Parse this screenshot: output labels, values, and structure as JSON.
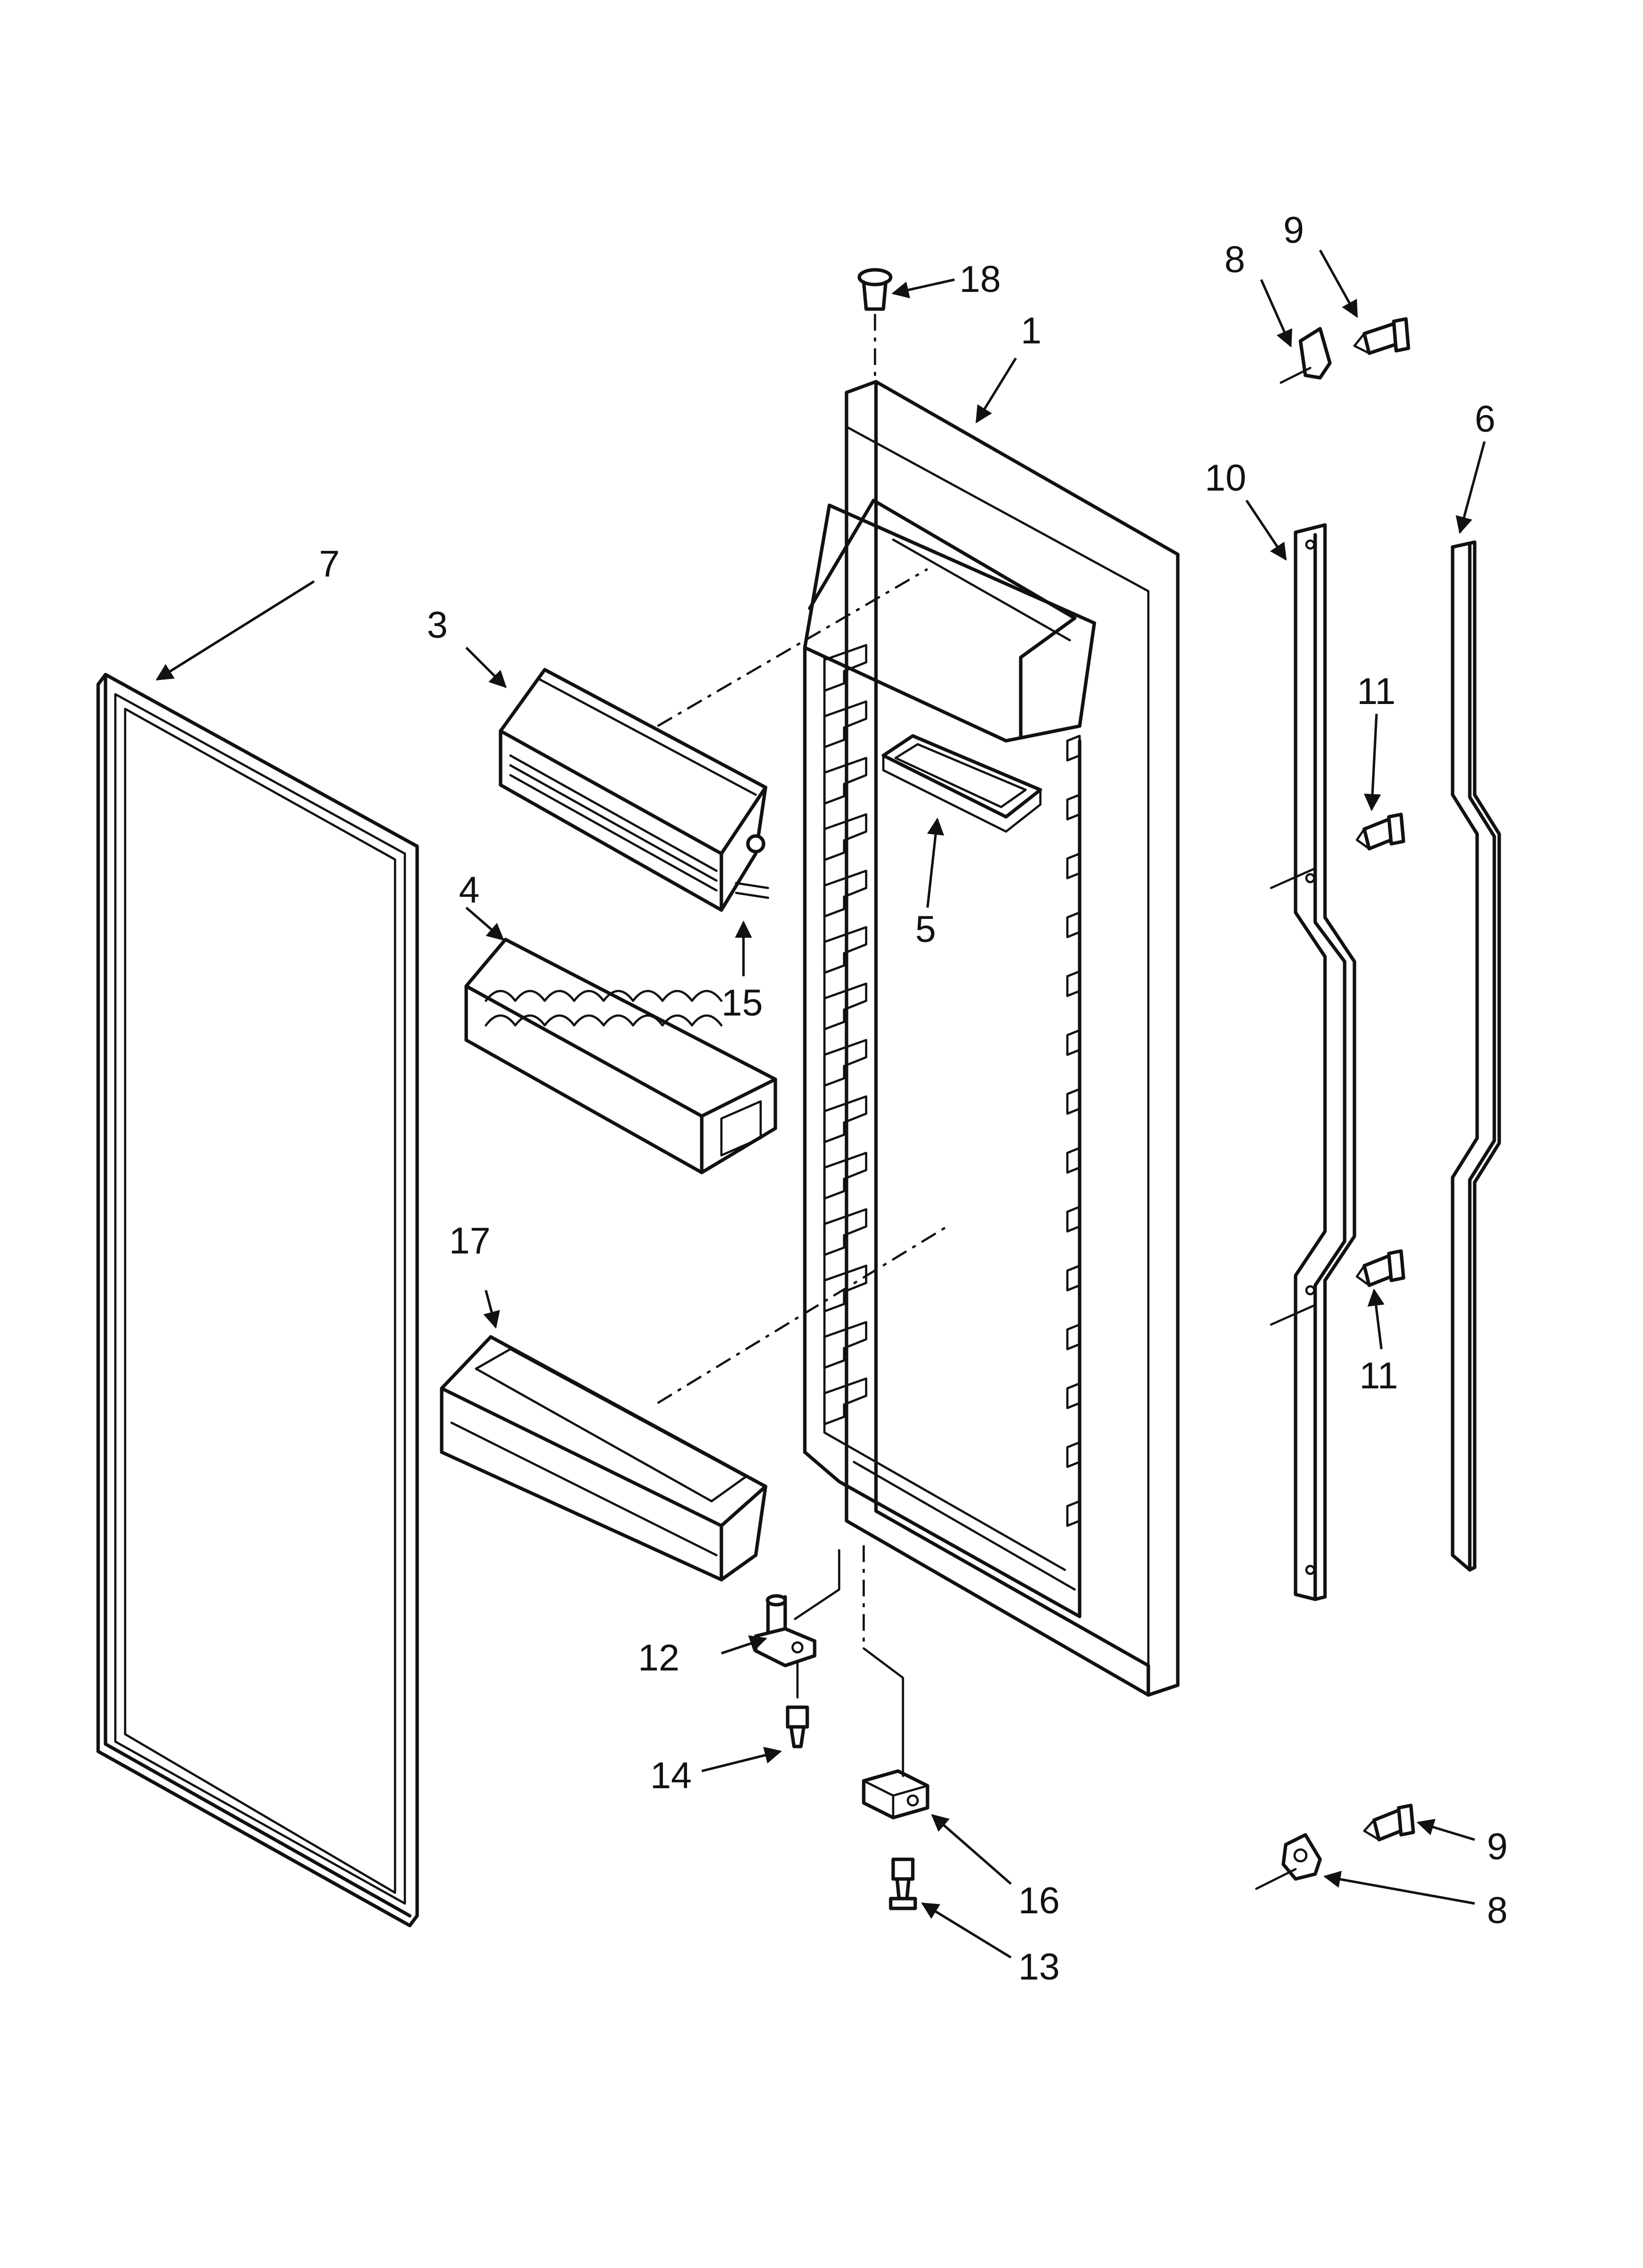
{
  "diagram": {
    "callouts": [
      {
        "id": "c1",
        "label": "1"
      },
      {
        "id": "c3",
        "label": "3"
      },
      {
        "id": "c4",
        "label": "4"
      },
      {
        "id": "c5",
        "label": "5"
      },
      {
        "id": "c6",
        "label": "6"
      },
      {
        "id": "c7",
        "label": "7"
      },
      {
        "id": "c8a",
        "label": "8"
      },
      {
        "id": "c8b",
        "label": "8"
      },
      {
        "id": "c9a",
        "label": "9"
      },
      {
        "id": "c9b",
        "label": "9"
      },
      {
        "id": "c10",
        "label": "10"
      },
      {
        "id": "c11a",
        "label": "11"
      },
      {
        "id": "c11b",
        "label": "11"
      },
      {
        "id": "c12",
        "label": "12"
      },
      {
        "id": "c13",
        "label": "13"
      },
      {
        "id": "c14",
        "label": "14"
      },
      {
        "id": "c15",
        "label": "15"
      },
      {
        "id": "c16",
        "label": "16"
      },
      {
        "id": "c17",
        "label": "17"
      },
      {
        "id": "c18",
        "label": "18"
      }
    ]
  }
}
